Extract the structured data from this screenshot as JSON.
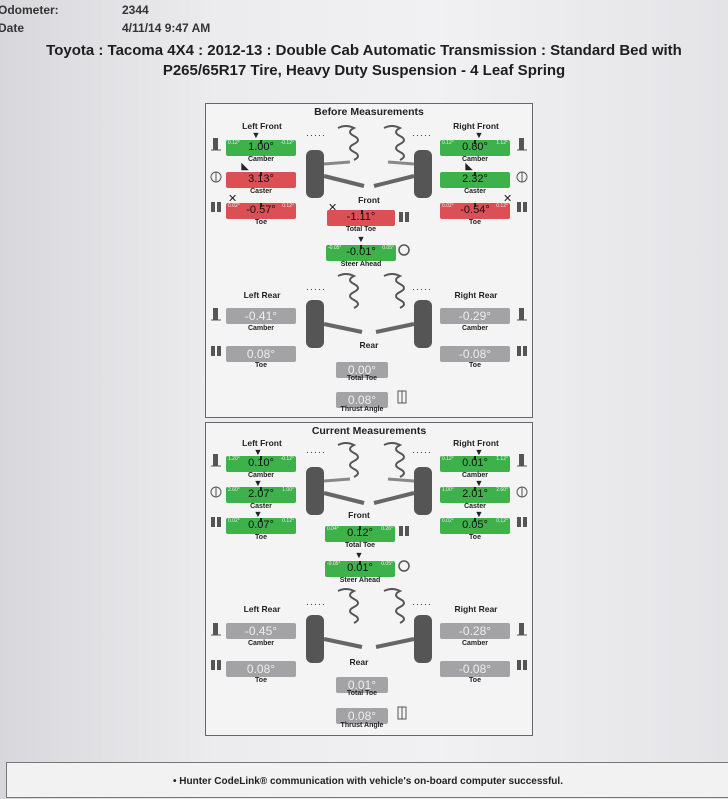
{
  "header": {
    "odometer_label": "Odometer:",
    "odometer_value": "2344",
    "date_label": "Date",
    "date_value": "4/11/14 9:47 AM"
  },
  "title_line1": "Toyota : Tacoma 4X4 : 2012-13 : Double Cab Automatic Transmission : Standard Bed with",
  "title_line2": "P265/65R17 Tire, Heavy Duty Suspension - 4 Leaf Spring",
  "before": {
    "title": "Before Measurements",
    "left_front": {
      "label": "Left Front",
      "camber": {
        "value": "1.00°",
        "min": "0.12°",
        "max": "-0.12°",
        "label": "Camber"
      },
      "caster": {
        "value": "3.13°",
        "label": "Caster"
      },
      "toe": {
        "value": "-0.57°",
        "min": "0.02°",
        "max": "0.12°",
        "label": "Toe"
      }
    },
    "right_front": {
      "label": "Right Front",
      "camber": {
        "value": "0.80°",
        "min": "0.12°",
        "max": "1.12°",
        "label": "Camber"
      },
      "caster": {
        "value": "2.32°",
        "label": "Caster"
      },
      "toe": {
        "value": "-0.54°",
        "min": "0.02°",
        "max": "0.12°",
        "label": "Toe"
      }
    },
    "front_label": "Front",
    "total_toe": {
      "value": "-1.11°",
      "label": "Total Toe"
    },
    "steer_ahead": {
      "value": "-0.01°",
      "min": "-0.05°",
      "max": "0.05°",
      "label": "Steer Ahead"
    },
    "left_rear": {
      "label": "Left Rear",
      "camber": {
        "value": "-0.41°",
        "label": "Camber"
      },
      "toe": {
        "value": "0.08°",
        "label": "Toe"
      }
    },
    "right_rear": {
      "label": "Right Rear",
      "camber": {
        "value": "-0.29°",
        "label": "Camber"
      },
      "toe": {
        "value": "-0.08°",
        "label": "Toe"
      }
    },
    "rear_label": "Rear",
    "rear_total_toe": {
      "value": "0.00°",
      "label": "Total Toe"
    },
    "thrust_angle": {
      "value": "0.08°",
      "label": "Thrust Angle"
    }
  },
  "current": {
    "title": "Current Measurements",
    "left_front": {
      "label": "Left Front",
      "camber": {
        "value": "0.10°",
        "min": "1.20°",
        "max": "-0.12°",
        "label": "Camber"
      },
      "caster": {
        "value": "2.07°",
        "min": "2.60°",
        "max": "1.00°",
        "label": "Caster"
      },
      "toe": {
        "value": "0.07°",
        "min": "0.02°",
        "max": "0.12°",
        "label": "Toe"
      }
    },
    "right_front": {
      "label": "Right Front",
      "camber": {
        "value": "0.01°",
        "min": "0.12°",
        "max": "1.12°",
        "label": "Camber"
      },
      "caster": {
        "value": "2.01°",
        "min": "1.00°",
        "max": "2.60°",
        "label": "Caster"
      },
      "toe": {
        "value": "0.05°",
        "min": "0.02°",
        "max": "0.12°",
        "label": "Toe"
      }
    },
    "front_label": "Front",
    "total_toe": {
      "value": "0.12°",
      "min": "0.04°",
      "max": "0.26°",
      "label": "Total Toe"
    },
    "steer_ahead": {
      "value": "0.01°",
      "min": "-0.05°",
      "max": "0.05°",
      "label": "Steer Ahead"
    },
    "left_rear": {
      "label": "Left Rear",
      "camber": {
        "value": "-0.45°",
        "label": "Camber"
      },
      "toe": {
        "value": "0.08°",
        "label": "Toe"
      }
    },
    "right_rear": {
      "label": "Right Rear",
      "camber": {
        "value": "-0.28°",
        "label": "Camber"
      },
      "toe": {
        "value": "-0.08°",
        "label": "Toe"
      }
    },
    "rear_label": "Rear",
    "rear_total_toe": {
      "value": "0.01°",
      "label": "Total Toe"
    },
    "thrust_angle": {
      "value": "0.08°",
      "label": "Thrust Angle"
    }
  },
  "footer": "•   Hunter CodeLink® communication with vehicle's on-board computer successful.",
  "colors": {
    "in_spec": "#3db24a",
    "out_of_spec": "#dc4f55",
    "no_spec": "#a3a3a6"
  }
}
